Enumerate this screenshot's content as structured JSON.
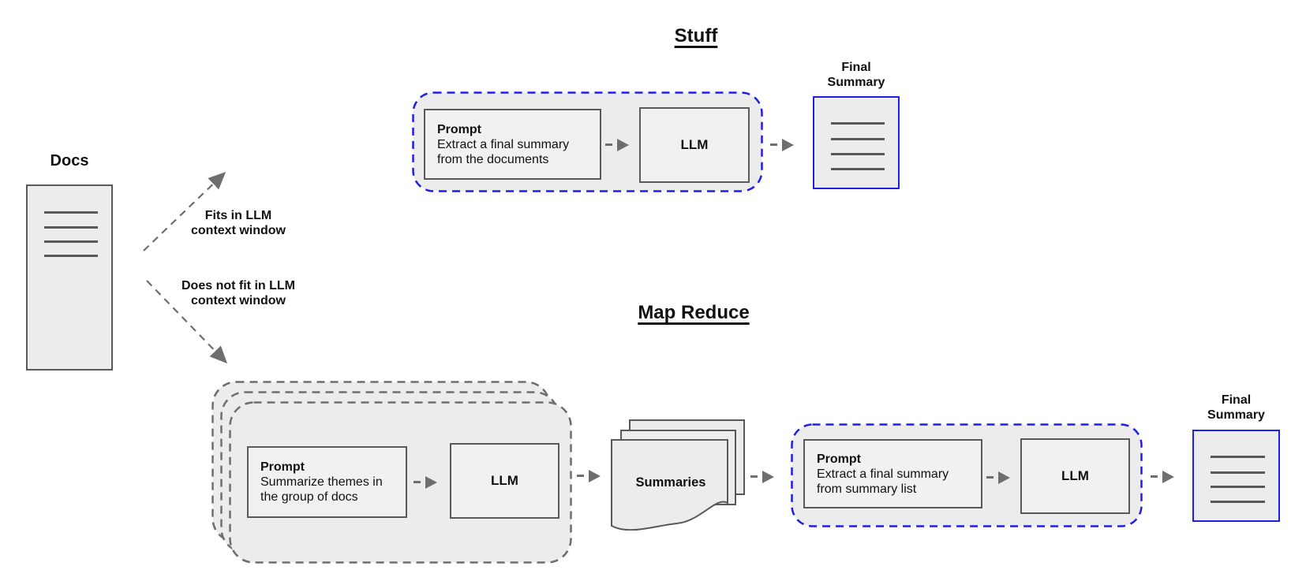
{
  "diagram": {
    "docs_label": "Docs",
    "branch_fits": {
      "line1": "Fits in LLM",
      "line2": "context window"
    },
    "branch_not_fit": {
      "line1": "Does not fit in LLM",
      "line2": "context window"
    },
    "stuff": {
      "title": "Stuff",
      "prompt_title": "Prompt",
      "prompt_body": "Extract a final summary from the documents",
      "llm_label": "LLM",
      "final_label_line1": "Final",
      "final_label_line2": "Summary"
    },
    "map_reduce": {
      "title": "Map Reduce",
      "map_prompt_title": "Prompt",
      "map_prompt_body": "Summarize themes in the group of docs",
      "map_llm_label": "LLM",
      "summaries_label": "Summaries",
      "reduce_prompt_title": "Prompt",
      "reduce_prompt_body": "Extract a final summary from summary list",
      "reduce_llm_label": "LLM",
      "final_label_line1": "Final",
      "final_label_line2": "Summary"
    },
    "colors": {
      "accent_blue": "#1f1fe8",
      "border_gray": "#595959",
      "dash_gray": "#6e6e6e",
      "container_fill": "#ececec",
      "box_fill": "#f1f1f1"
    }
  }
}
